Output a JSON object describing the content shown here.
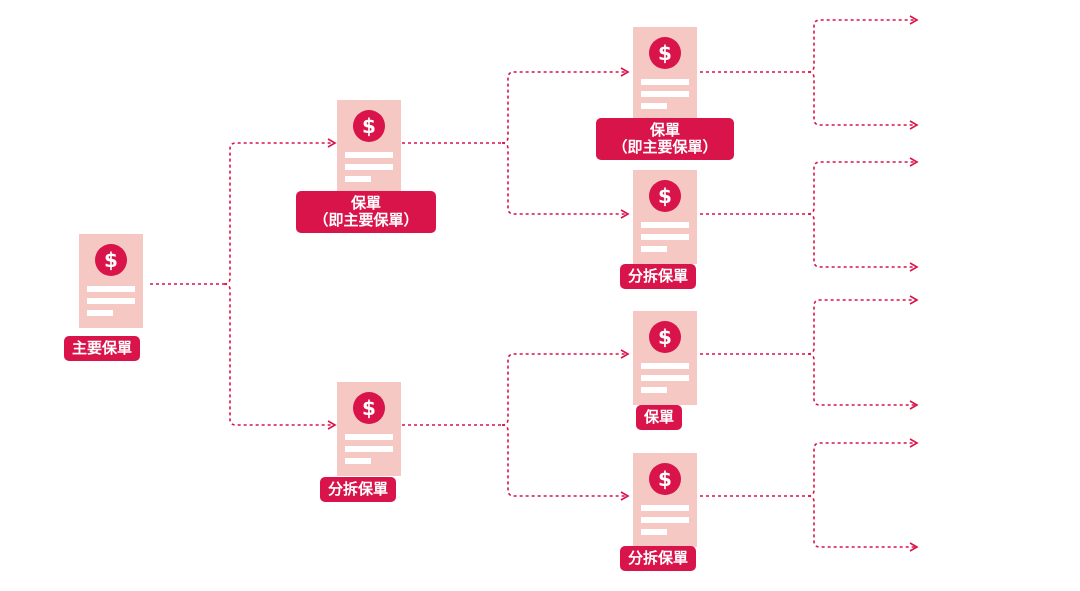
{
  "colors": {
    "accent": "#d8144a",
    "document": "#f6c8c4"
  },
  "nodes": {
    "root": {
      "icon": "dollar-coin-icon",
      "symbol": "$",
      "label": "主要保單"
    },
    "a": {
      "icon": "dollar-coin-icon",
      "symbol": "$",
      "label": "保單",
      "sublabel": "（即主要保單）"
    },
    "b": {
      "icon": "dollar-coin-icon",
      "symbol": "$",
      "label": "分拆保單"
    },
    "a1": {
      "icon": "dollar-coin-icon",
      "symbol": "$",
      "label": "保單",
      "sublabel": "（即主要保單）"
    },
    "a2": {
      "icon": "dollar-coin-icon",
      "symbol": "$",
      "label": "分拆保單"
    },
    "b1": {
      "icon": "dollar-coin-icon",
      "symbol": "$",
      "label": "保單"
    },
    "b2": {
      "icon": "dollar-coin-icon",
      "symbol": "$",
      "label": "分拆保單"
    }
  },
  "edges": [
    [
      "root",
      "a"
    ],
    [
      "root",
      "b"
    ],
    [
      "a",
      "a1"
    ],
    [
      "a",
      "a2"
    ],
    [
      "b",
      "b1"
    ],
    [
      "b",
      "b2"
    ],
    [
      "a1",
      "out"
    ],
    [
      "a1",
      "out"
    ],
    [
      "a2",
      "out"
    ],
    [
      "a2",
      "out"
    ],
    [
      "b1",
      "out"
    ],
    [
      "b1",
      "out"
    ],
    [
      "b2",
      "out"
    ],
    [
      "b2",
      "out"
    ]
  ]
}
